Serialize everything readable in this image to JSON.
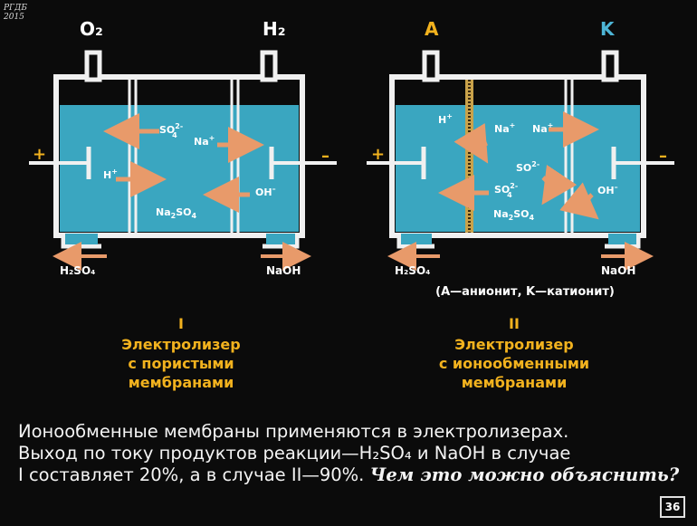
{
  "watermark": {
    "line1": "РГДБ",
    "line2": "2015"
  },
  "cell1": {
    "gas_left": "O₂",
    "gas_right": "H₂",
    "plus": "+",
    "minus": "–",
    "ions": {
      "so4": "SO",
      "so4_sup": "2-",
      "so4_sub": "4",
      "h": "H",
      "h_sup": "+",
      "na": "Na",
      "na_sup": "+",
      "oh": "OH",
      "oh_sup": "–",
      "na2so4": "Na",
      "na2so4_sub1": "2",
      "na2so4_mid": "SO",
      "na2so4_sub2": "4"
    },
    "out_left": "H₂SO₄",
    "out_right": "NaOH",
    "roman": "I",
    "caption": [
      "Электролизер",
      "с пористыми",
      "мембранами"
    ]
  },
  "cell2": {
    "gas_left": "A",
    "gas_right": "K",
    "plus": "+",
    "minus": "–",
    "ions": {
      "h": "H",
      "h_sup": "+",
      "na1": "Na",
      "na1_sup": "+",
      "na2": "Na",
      "na2_sup": "+",
      "so4a": "SO",
      "so4a_sup": "2-",
      "so4b": "SO",
      "so4b_sup": "2-",
      "so4b_sub": "4",
      "oh": "OH",
      "oh_sup": "–",
      "na2so4": "Na",
      "na2so4_sub1": "2",
      "na2so4_mid": "SO",
      "na2so4_sub2": "4"
    },
    "out_left": "H₂SO₄",
    "out_right": "NaOH",
    "note": "(A—анионит, K—катионит)",
    "roman": "II",
    "caption": [
      "Электролизер",
      "с ионообменными",
      "мембранами"
    ]
  },
  "text": {
    "line1": "Ионообменные мембраны применяются в электролизерах.",
    "line2": "Выход по току продуктов реакции—H₂SO₄ и NaOH в случае",
    "line3": "I составляет 20%, а в случае II—90%.",
    "question": "Чем это можно объяснить?"
  },
  "page_number": "36",
  "colors": {
    "electrolyte": "#3aa6c0",
    "vessel": "#f0f0f0",
    "arrow": "#e89a6a",
    "gold": "#f2b21e",
    "anion_membrane": "#c9a24a"
  }
}
